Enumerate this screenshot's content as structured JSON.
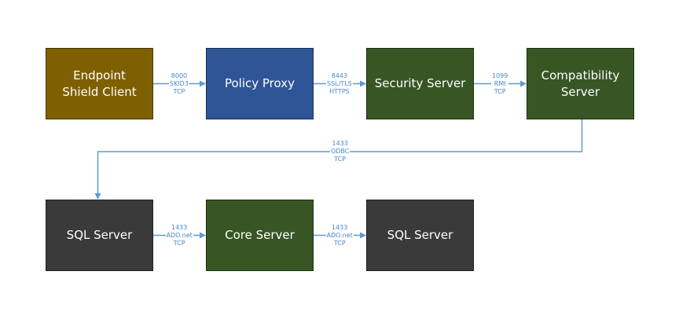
{
  "colors": {
    "connector": "#5b9bd5",
    "label_text": "#4a86c8"
  },
  "nodes": [
    {
      "id": "endpoint",
      "label": "Endpoint\nShield Client",
      "color": "#7f6000"
    },
    {
      "id": "policy-proxy",
      "label": "Policy Proxy",
      "color": "#2f5597"
    },
    {
      "id": "security-server",
      "label": "Security Server",
      "color": "#375623"
    },
    {
      "id": "compat-server",
      "label": "Compatibility\nServer",
      "color": "#375623"
    },
    {
      "id": "sql-server-1",
      "label": "SQL Server",
      "color": "#3a3a3a"
    },
    {
      "id": "core-server",
      "label": "Core Server",
      "color": "#375623"
    },
    {
      "id": "sql-server-2",
      "label": "SQL Server",
      "color": "#3a3a3a"
    }
  ],
  "edges": [
    {
      "from": "endpoint",
      "to": "policy-proxy",
      "lines": [
        "8000",
        "SKID3",
        "TCP"
      ]
    },
    {
      "from": "policy-proxy",
      "to": "security-server",
      "lines": [
        "8443",
        "SSL/TLS",
        "HTTPS"
      ]
    },
    {
      "from": "security-server",
      "to": "compat-server",
      "lines": [
        "1099",
        "RMI",
        "TCP"
      ]
    },
    {
      "from": "compat-server",
      "to": "sql-server-1",
      "lines": [
        "1433",
        "ODBC",
        "TCP"
      ]
    },
    {
      "from": "sql-server-1",
      "to": "core-server",
      "lines": [
        "1433",
        "ADO.net",
        "TCP"
      ]
    },
    {
      "from": "core-server",
      "to": "sql-server-2",
      "lines": [
        "1433",
        "ADO.net",
        "TCP"
      ]
    }
  ]
}
